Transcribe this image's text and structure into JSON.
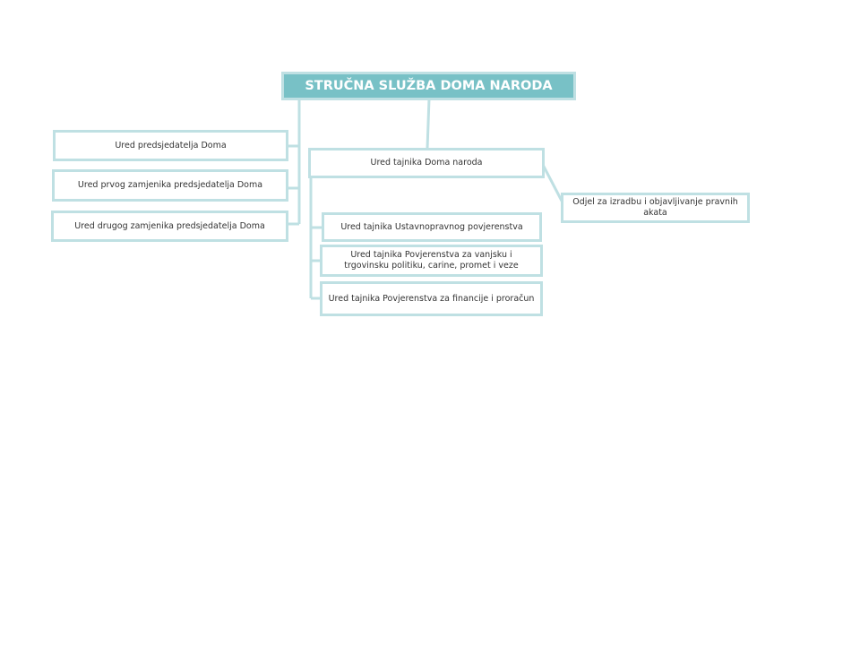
{
  "org_chart": {
    "root": {
      "label": "STRUČNA SLUŽBA DOMA NARODA"
    },
    "left_offices": [
      {
        "label": "Ured predsjedatelja  Doma"
      },
      {
        "label": "Ured prvog  zamjenika predsjedatelja  Doma"
      },
      {
        "label": "Ured drugog  zamjenika predsjedatelja Doma"
      }
    ],
    "secretary_office": {
      "label": "Ured tajnika Doma naroda"
    },
    "secretary_sub_offices": [
      {
        "label": "Ured tajnika Ustavnopravnog  povjerenstva"
      },
      {
        "label": "Ured tajnika Povjerenstva  za vanjsku i trgovinsku politiku, carine, promet  i veze"
      },
      {
        "label": "Ured tajnika Povjerenstva  za financije i proračun"
      }
    ],
    "drafting_department": {
      "label": "Odjel za izradbu  i objavljivanje pravnih akata"
    },
    "colors": {
      "root_fill": "#78c1c6",
      "box_border": "#bfe0e3",
      "connector": "#bfe0e3",
      "text": "#333333"
    }
  }
}
